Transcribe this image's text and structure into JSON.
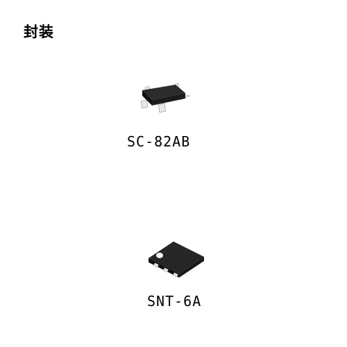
{
  "section": {
    "title": "封装"
  },
  "packages": [
    {
      "name": "SC-82AB",
      "image": "sc-82ab-package-icon"
    },
    {
      "name": "SNT-6A",
      "image": "snt-6a-package-icon"
    }
  ],
  "colors": {
    "body": "#1c1c1c",
    "body_top": "#3a3a3a",
    "pin": "#e8e8e8",
    "pin_shadow": "#9a9a9a"
  }
}
